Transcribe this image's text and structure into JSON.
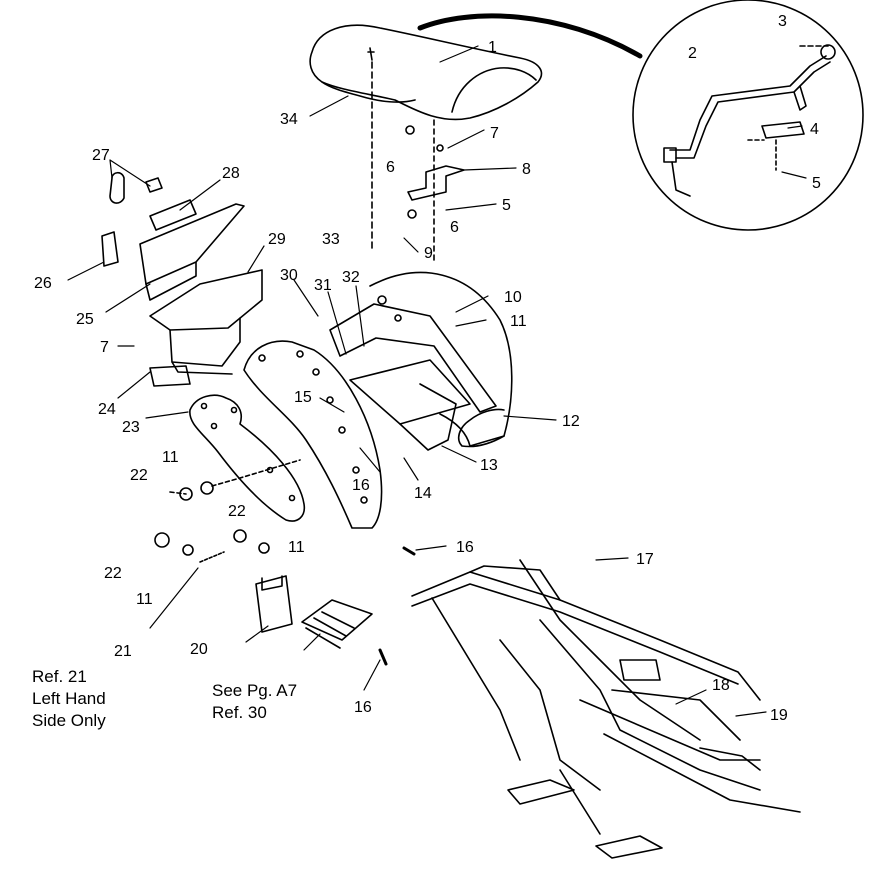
{
  "callouts": [
    "1",
    "2",
    "3",
    "4",
    "5",
    "5",
    "6",
    "6",
    "7",
    "7",
    "8",
    "9",
    "10",
    "11",
    "11",
    "11",
    "11",
    "12",
    "13",
    "14",
    "15",
    "16",
    "16",
    "16",
    "17",
    "18",
    "19",
    "20",
    "21",
    "22",
    "22",
    "22",
    "23",
    "24",
    "25",
    "26",
    "27",
    "28",
    "29",
    "30",
    "31",
    "32",
    "33",
    "34"
  ],
  "notes": {
    "ref21_line1": "Ref. 21",
    "ref21_line2": "Left Hand",
    "ref21_line3": "Side Only",
    "see_line1": "See Pg. A7",
    "see_line2": "Ref. 30"
  }
}
